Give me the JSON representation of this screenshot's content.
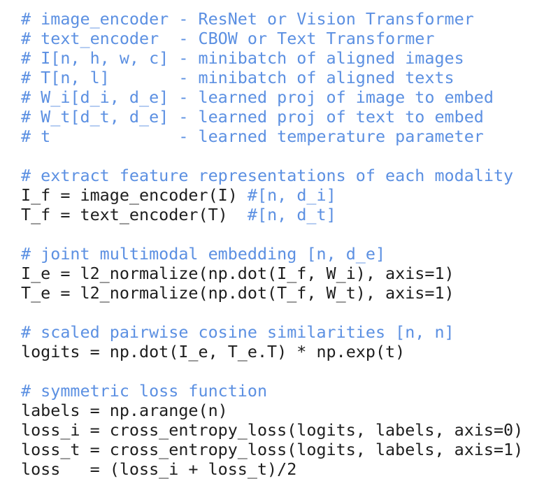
{
  "colors": {
    "background": "#ffffff",
    "code": "#1e1e1e",
    "comment": "#5c90e2"
  },
  "code": {
    "lines": [
      {
        "segments": [
          {
            "style": "comment",
            "text": "# image_encoder - ResNet or Vision Transformer"
          }
        ]
      },
      {
        "segments": [
          {
            "style": "comment",
            "text": "# text_encoder  - CBOW or Text Transformer"
          }
        ]
      },
      {
        "segments": [
          {
            "style": "comment",
            "text": "# I[n, h, w, c] - minibatch of aligned images"
          }
        ]
      },
      {
        "segments": [
          {
            "style": "comment",
            "text": "# T[n, l]       - minibatch of aligned texts"
          }
        ]
      },
      {
        "segments": [
          {
            "style": "comment",
            "text": "# W_i[d_i, d_e] - learned proj of image to embed"
          }
        ]
      },
      {
        "segments": [
          {
            "style": "comment",
            "text": "# W_t[d_t, d_e] - learned proj of text to embed"
          }
        ]
      },
      {
        "segments": [
          {
            "style": "comment",
            "text": "# t             - learned temperature parameter"
          }
        ]
      },
      {
        "segments": []
      },
      {
        "segments": [
          {
            "style": "comment",
            "text": "# extract feature representations of each modality"
          }
        ]
      },
      {
        "segments": [
          {
            "style": "code",
            "text": "I_f = image_encoder(I) "
          },
          {
            "style": "comment",
            "text": "#[n, d_i]"
          }
        ]
      },
      {
        "segments": [
          {
            "style": "code",
            "text": "T_f = text_encoder(T)  "
          },
          {
            "style": "comment",
            "text": "#[n, d_t]"
          }
        ]
      },
      {
        "segments": []
      },
      {
        "segments": [
          {
            "style": "comment",
            "text": "# joint multimodal embedding [n, d_e]"
          }
        ]
      },
      {
        "segments": [
          {
            "style": "code",
            "text": "I_e = l2_normalize(np.dot(I_f, W_i), axis=1)"
          }
        ]
      },
      {
        "segments": [
          {
            "style": "code",
            "text": "T_e = l2_normalize(np.dot(T_f, W_t), axis=1)"
          }
        ]
      },
      {
        "segments": []
      },
      {
        "segments": [
          {
            "style": "comment",
            "text": "# scaled pairwise cosine similarities [n, n]"
          }
        ]
      },
      {
        "segments": [
          {
            "style": "code",
            "text": "logits = np.dot(I_e, T_e.T) * np.exp(t)"
          }
        ]
      },
      {
        "segments": []
      },
      {
        "segments": [
          {
            "style": "comment",
            "text": "# symmetric loss function"
          }
        ]
      },
      {
        "segments": [
          {
            "style": "code",
            "text": "labels = np.arange(n)"
          }
        ]
      },
      {
        "segments": [
          {
            "style": "code",
            "text": "loss_i = cross_entropy_loss(logits, labels, axis=0)"
          }
        ]
      },
      {
        "segments": [
          {
            "style": "code",
            "text": "loss_t = cross_entropy_loss(logits, labels, axis=1)"
          }
        ]
      },
      {
        "segments": [
          {
            "style": "code",
            "text": "loss   = (loss_i + loss_t)/2"
          }
        ]
      }
    ]
  }
}
